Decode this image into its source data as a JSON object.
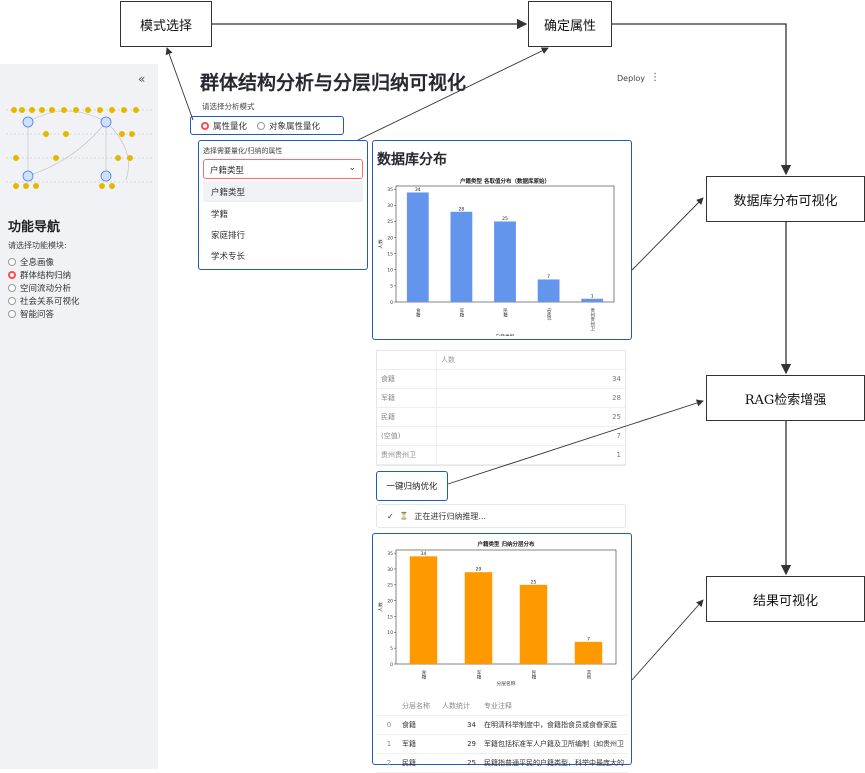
{
  "sidebar": {
    "collapse_icon": "«",
    "nav_title": "功能导航",
    "nav_prompt": "请选择功能模块:",
    "items": [
      {
        "label": "全息画像",
        "selected": false
      },
      {
        "label": "群体结构归纳",
        "selected": true
      },
      {
        "label": "空间流动分析",
        "selected": false
      },
      {
        "label": "社会关系可视化",
        "selected": false
      },
      {
        "label": "智能问答",
        "selected": false
      }
    ]
  },
  "header": {
    "title": "群体结构分析与分层归纳可视化",
    "deploy": "Deploy",
    "menu_icon": "⋮"
  },
  "mode": {
    "prompt": "请选择分析模式",
    "options": [
      "属性量化",
      "对象属性量化"
    ],
    "selected": 0
  },
  "attr": {
    "label": "选择需要量化/归纳的属性",
    "selected": "户籍类型",
    "options": [
      "户籍类型",
      "学籍",
      "家庭排行",
      "学术专长"
    ]
  },
  "db_section": {
    "title": "数据库分布"
  },
  "table": {
    "header": "人数",
    "rows": [
      {
        "name": "食籍",
        "value": "34"
      },
      {
        "name": "军籍",
        "value": "28"
      },
      {
        "name": "民籍",
        "value": "25"
      },
      {
        "name": "(空值)",
        "value": "7"
      },
      {
        "name": "贵州贵州卫",
        "value": "1"
      }
    ]
  },
  "optimize_button": "一键归纳优化",
  "status": {
    "check": "✓",
    "hourglass": "⏳",
    "text": "正在进行归纳推理..."
  },
  "result_table": {
    "headers": [
      "",
      "分层名称",
      "人数统计",
      "专业注释"
    ],
    "rows": [
      [
        "0",
        "食籍",
        "34",
        "在明清科举制度中，食籍指食员或食眷家庭"
      ],
      [
        "1",
        "军籍",
        "29",
        "军籍包括标准军人户籍及卫所编制（如贵州卫"
      ],
      [
        "2",
        "民籍",
        "25",
        "民籍指普通平民的户籍类型，科举中最庞大的"
      ]
    ]
  },
  "flow": {
    "mode_select": "模式选择",
    "confirm_attr": "确定属性",
    "db_vis": "数据库分布可视化",
    "rag": "RAG检索增强",
    "result_vis": "结果可视化"
  },
  "colors": {
    "accent": "#ff4b4b",
    "annotation": "#1e5bbf",
    "bar_blue": "#6495ed",
    "bar_orange": "#ff9900"
  },
  "chart_data": [
    {
      "type": "bar",
      "title": "户籍类型 各取值分布（数据库原始）",
      "xlabel": "户籍类型",
      "ylabel": "人数",
      "categories": [
        "食籍",
        "军籍",
        "民籍",
        "(空值)",
        "贵州贵州卫"
      ],
      "values": [
        34,
        28,
        25,
        7,
        1
      ],
      "yticks": [
        0,
        5,
        10,
        15,
        20,
        25,
        30,
        35
      ],
      "ylim": [
        0,
        36
      ]
    },
    {
      "type": "bar",
      "title": "户籍类型 归纳分层分布",
      "xlabel": "分层名称",
      "ylabel": "人数",
      "categories": [
        "食籍",
        "军籍",
        "民籍",
        "其他"
      ],
      "values": [
        34,
        29,
        25,
        7
      ],
      "yticks": [
        0,
        5,
        10,
        15,
        20,
        25,
        30,
        35
      ],
      "ylim": [
        0,
        36
      ]
    }
  ]
}
